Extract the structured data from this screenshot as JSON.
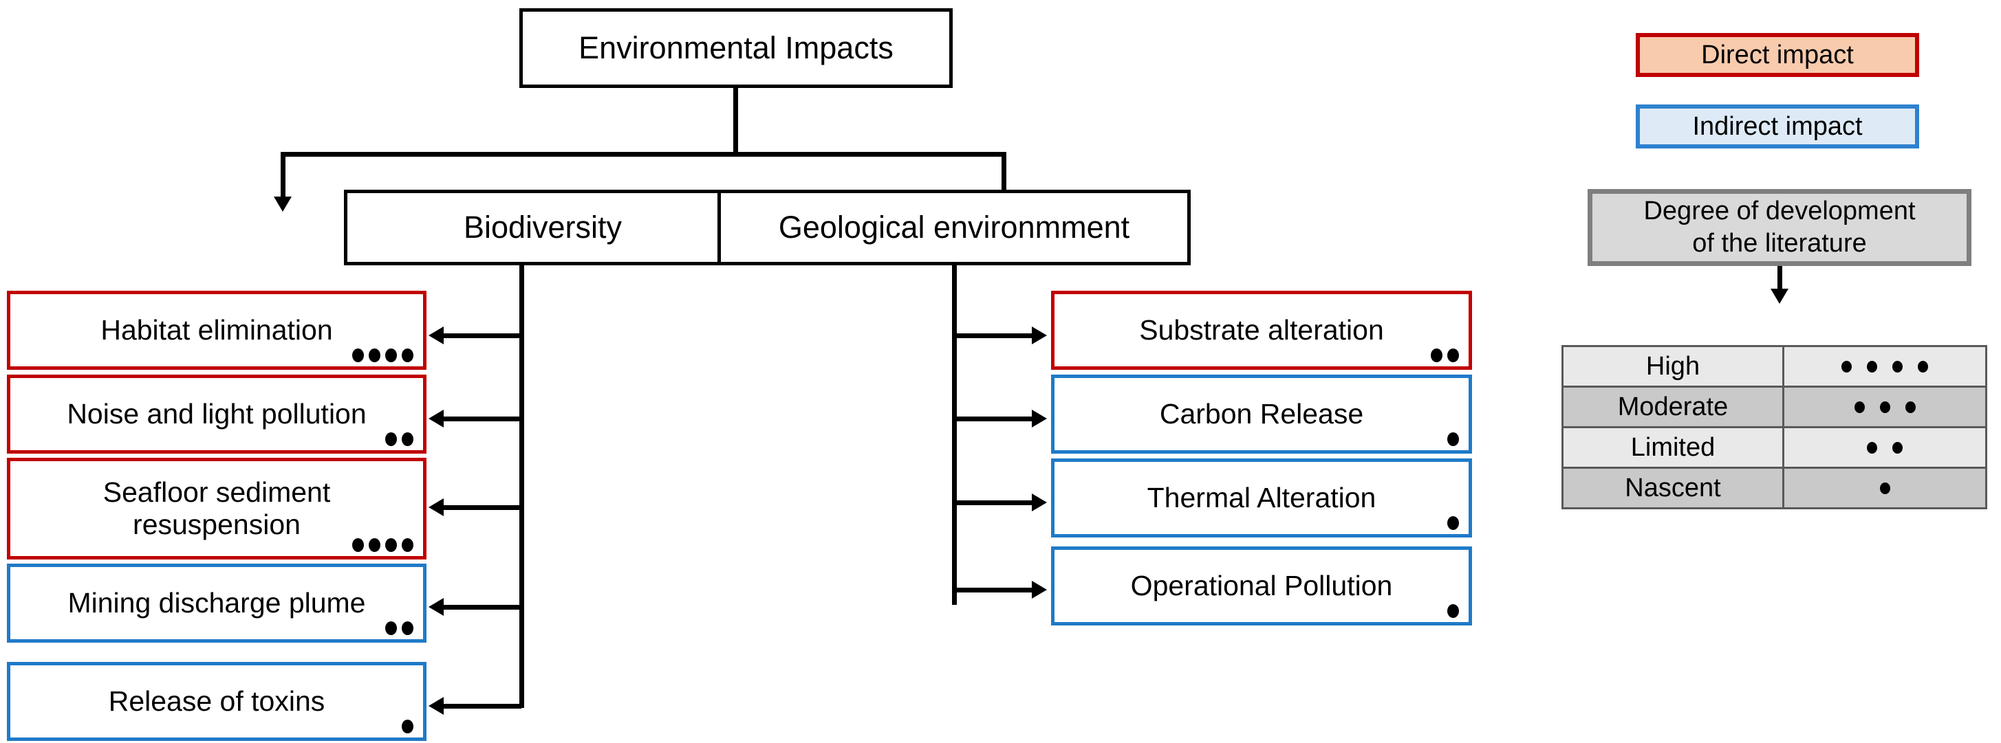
{
  "diagram": {
    "root": {
      "label": "Environmental Impacts"
    },
    "branches": [
      {
        "id": "biodiversity",
        "label": "Biodiversity"
      },
      {
        "id": "geological",
        "label": "Geological environmment"
      }
    ],
    "biodiversity_impacts": [
      {
        "label": "Habitat elimination",
        "type": "direct",
        "dots": 4
      },
      {
        "label": "Noise and light pollution",
        "type": "direct",
        "dots": 2
      },
      {
        "label": "Seafloor  sediment\nresuspension",
        "type": "direct",
        "dots": 4
      },
      {
        "label": "Mining discharge plume",
        "type": "indirect",
        "dots": 2
      },
      {
        "label": "Release of toxins",
        "type": "indirect",
        "dots": 1
      }
    ],
    "geological_impacts": [
      {
        "label": "Substrate alteration",
        "type": "direct",
        "dots": 2
      },
      {
        "label": "Carbon Release",
        "type": "indirect",
        "dots": 1
      },
      {
        "label": "Thermal Alteration",
        "type": "indirect",
        "dots": 1
      },
      {
        "label": "Operational  Pollution",
        "type": "indirect",
        "dots": 1
      }
    ]
  },
  "legend": {
    "direct": {
      "label": "Direct impact",
      "border": "#C00000",
      "fill": "#F8CBAD"
    },
    "indirect": {
      "label": "Indirect impact",
      "border": "#2E81CE",
      "fill": "#DEEAF6"
    }
  },
  "degree": {
    "title": "Degree of development\nof the literature",
    "rows": [
      {
        "label": "High",
        "dots": 4,
        "shade": "light"
      },
      {
        "label": "Moderate",
        "dots": 3,
        "shade": "dark"
      },
      {
        "label": "Limited",
        "dots": 2,
        "shade": "light"
      },
      {
        "label": "Nascent",
        "dots": 1,
        "shade": "dark"
      }
    ]
  },
  "chart_data": {
    "type": "diagram",
    "title": "Environmental Impacts",
    "nodes": [
      {
        "id": "root",
        "label": "Environmental Impacts",
        "level": 0
      },
      {
        "id": "biodiversity",
        "label": "Biodiversity",
        "level": 1,
        "parent": "root"
      },
      {
        "id": "geological",
        "label": "Geological environmment",
        "level": 1,
        "parent": "root"
      },
      {
        "id": "habitat-elimination",
        "label": "Habitat elimination",
        "level": 2,
        "parent": "biodiversity",
        "impact": "direct",
        "literature_dots": 4,
        "literature_degree": "High"
      },
      {
        "id": "noise-light-pollution",
        "label": "Noise and light pollution",
        "level": 2,
        "parent": "biodiversity",
        "impact": "direct",
        "literature_dots": 2,
        "literature_degree": "Limited"
      },
      {
        "id": "seafloor-sediment-resuspension",
        "label": "Seafloor sediment resuspension",
        "level": 2,
        "parent": "biodiversity",
        "impact": "direct",
        "literature_dots": 4,
        "literature_degree": "High"
      },
      {
        "id": "mining-discharge-plume",
        "label": "Mining discharge plume",
        "level": 2,
        "parent": "biodiversity",
        "impact": "indirect",
        "literature_dots": 2,
        "literature_degree": "Limited"
      },
      {
        "id": "release-of-toxins",
        "label": "Release of toxins",
        "level": 2,
        "parent": "biodiversity",
        "impact": "indirect",
        "literature_dots": 1,
        "literature_degree": "Nascent"
      },
      {
        "id": "substrate-alteration",
        "label": "Substrate alteration",
        "level": 2,
        "parent": "geological",
        "impact": "direct",
        "literature_dots": 2,
        "literature_degree": "Limited"
      },
      {
        "id": "carbon-release",
        "label": "Carbon Release",
        "level": 2,
        "parent": "geological",
        "impact": "indirect",
        "literature_dots": 1,
        "literature_degree": "Nascent"
      },
      {
        "id": "thermal-alteration",
        "label": "Thermal Alteration",
        "level": 2,
        "parent": "geological",
        "impact": "indirect",
        "literature_dots": 1,
        "literature_degree": "Nascent"
      },
      {
        "id": "operational-pollution",
        "label": "Operational Pollution",
        "level": 2,
        "parent": "geological",
        "impact": "indirect",
        "literature_dots": 1,
        "literature_degree": "Nascent"
      }
    ],
    "legend": [
      {
        "label": "Direct impact",
        "border": "#C00000",
        "fill": "#F8CBAD"
      },
      {
        "label": "Indirect impact",
        "border": "#2E81CE",
        "fill": "#DEEAF6"
      }
    ],
    "scale": {
      "title": "Degree of development of the literature",
      "levels": [
        {
          "label": "High",
          "dots": 4
        },
        {
          "label": "Moderate",
          "dots": 3
        },
        {
          "label": "Limited",
          "dots": 2
        },
        {
          "label": "Nascent",
          "dots": 1
        }
      ]
    }
  }
}
